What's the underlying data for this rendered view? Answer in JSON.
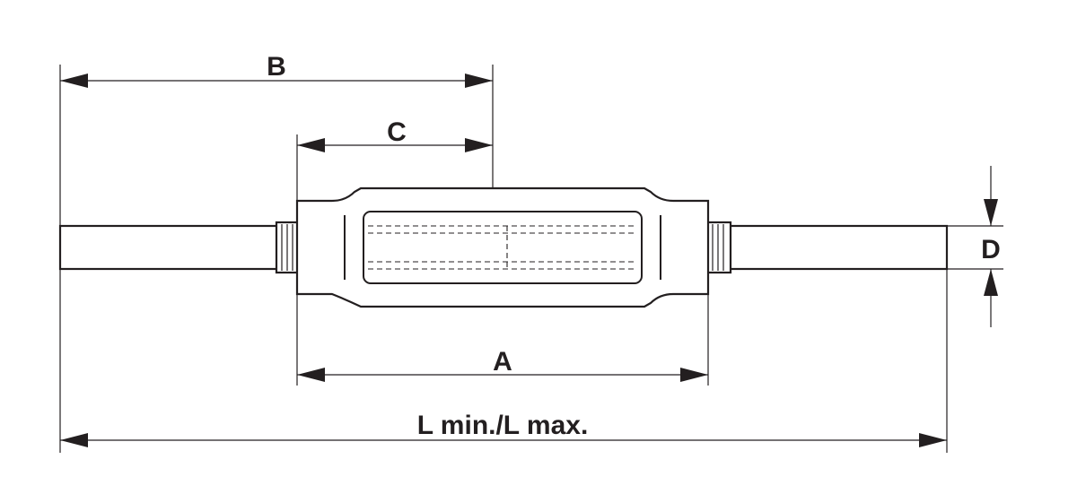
{
  "labels": {
    "a": "A",
    "b": "B",
    "c": "C",
    "d": "D",
    "l": "L min./L max."
  },
  "colors": {
    "line": "#231f20",
    "background": "#ffffff"
  }
}
